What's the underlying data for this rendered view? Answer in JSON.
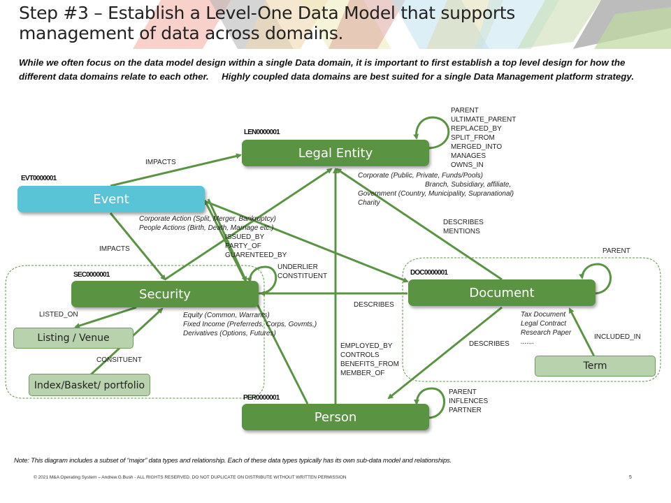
{
  "slide": {
    "title_lines": [
      "Step #3 – Establish a Level-One Data Model that supports",
      "management of data across domains."
    ],
    "intro": "While we often focus on the data model design within a single Data domain, it is important to first establish a top level design for how the different data domains relate to each other.     Highly coupled data domains are best suited for a single Data Management platform strategy.",
    "note": "Note: This diagram includes a subset of “major” data types and relationship.  Each of these data types typically has its own sub-data model and relationships.",
    "footer": "© 2021  M&A Operating System – Andrew.G.Bush - ALL RIGHTS RESERVED. DO NOT DUPLICATE ON DISTRIBUTE WITHOUT WRITTEN PERMISSION",
    "page_number": "5"
  },
  "colors": {
    "main_node": "#5a9442",
    "event_node": "#58c4d6",
    "sub_node": "#b9d2ae",
    "connector": "#5a9442"
  },
  "nodes": {
    "legal_entity": {
      "label": "Legal Entity",
      "code": "LEN0000001"
    },
    "event": {
      "label": "Event",
      "code": "EVT0000001"
    },
    "security": {
      "label": "Security",
      "code": "SEC0000001"
    },
    "document": {
      "label": "Document",
      "code": "DOC0000001"
    },
    "person": {
      "label": "Person",
      "code": "PER0000001"
    },
    "listing": {
      "label": "Listing / Venue"
    },
    "index": {
      "label": "Index/Basket/ portfolio"
    },
    "term": {
      "label": "Term"
    }
  },
  "relations": {
    "legal_entity_self": [
      "PARENT",
      "ULTIMATE_PARENT",
      "REPLACED_BY",
      "SPLIT_FROM",
      "MERGED_INTO",
      "MANAGES",
      "OWNS_IN"
    ],
    "event_to_legal": "IMPACTS",
    "event_to_security": "IMPACTS",
    "security_to_legal": [
      "ISSUED_BY",
      "PARTY_OF",
      "GUARENTEED_BY"
    ],
    "security_self": [
      "UNDERLIER",
      "CONSTITUENT"
    ],
    "document_to_legal": [
      "DESCRIBES",
      "MENTIONS"
    ],
    "document_self": "PARENT",
    "document_to_security": "DESCRIBES",
    "document_to_person": "DESCRIBES",
    "person_to_legal": [
      "EMPLOYED_BY",
      "CONTROLS",
      "BENEFITS_FROM",
      "MEMBER_OF"
    ],
    "person_self": [
      "PARENT",
      "INFLENCES",
      "PARTNER"
    ],
    "security_to_listing": "LISTED_ON",
    "index_to_security": "CONSITUENT",
    "term_to_document": "INCLUDED_IN"
  },
  "descriptions": {
    "legal_entity": [
      "Corporate (Public, Private, Funds/Pools)",
      "Branch, Subsidiary, affiliate,",
      "Government (Country, Municipality, Supranational)",
      "Charity"
    ],
    "event": [
      "Corporate Action (Split, Merger, Bankruptcy)",
      "People Actions (Birth, Death, Marriage etc.)"
    ],
    "security": [
      "Equity (Common, Warrants)",
      "Fixed Income (Preferreds, Corps, Govmts,)",
      "Derivatives (Options, Futures)"
    ],
    "document": [
      "Tax Document",
      "Legal Contract",
      "Research Paper",
      "......."
    ]
  }
}
